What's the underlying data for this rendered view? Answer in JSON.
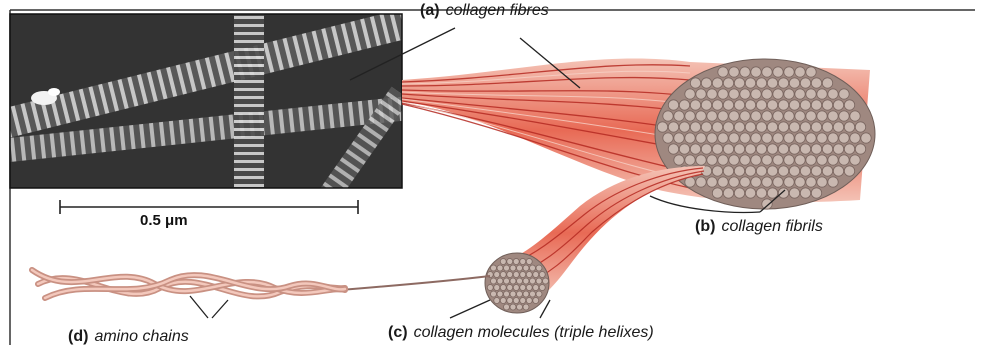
{
  "labels": {
    "a": {
      "letter": "(a)",
      "text": "collagen fibres"
    },
    "b": {
      "letter": "(b)",
      "text": "collagen fibrils"
    },
    "c": {
      "letter": "(c)",
      "text": "collagen molecules (triple helixes)"
    },
    "d": {
      "letter": "(d)",
      "text": "amino chains"
    }
  },
  "scale_bar": {
    "text": "0.5 μm"
  },
  "colors": {
    "fibre_red": "#c8312c",
    "fibre_pink": "#f1b7a8",
    "fibril_grey": "#b9a79e",
    "micrograph_dark": "#2a2a2a"
  }
}
